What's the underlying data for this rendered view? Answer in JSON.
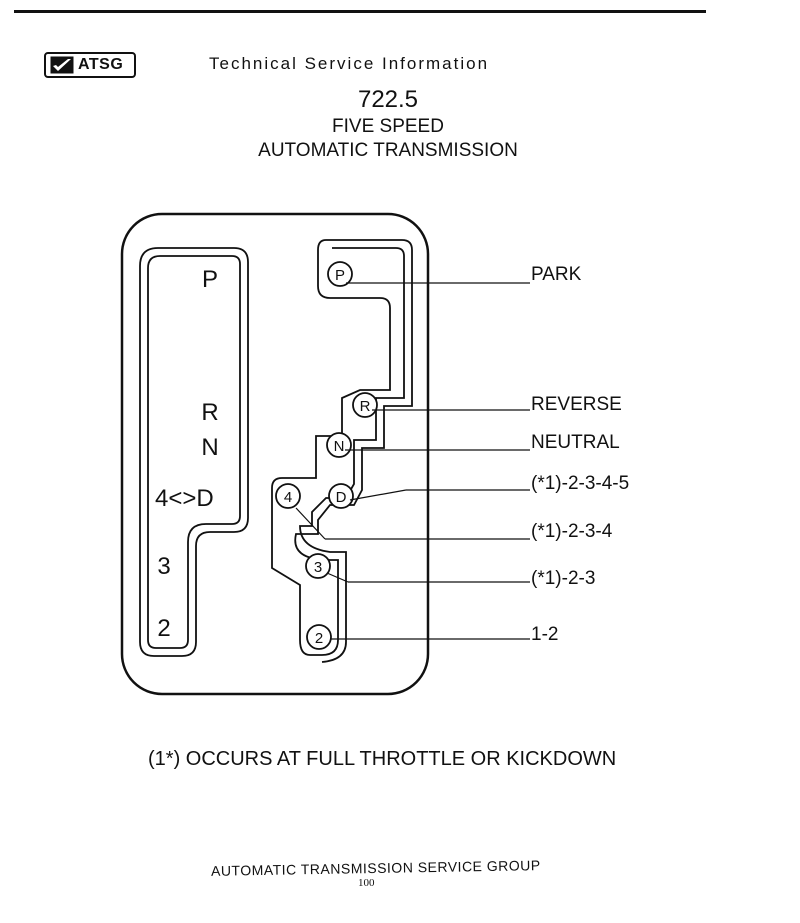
{
  "header": {
    "logo_text": "ATSG",
    "service_title": "Technical Service Information",
    "model": "722.5",
    "subtitle_line1": "FIVE SPEED",
    "subtitle_line2": "AUTOMATIC TRANSMISSION"
  },
  "gate_labels": {
    "p": "P",
    "r": "R",
    "n": "N",
    "d": "4<>D",
    "three": "3",
    "two": "2"
  },
  "positions": {
    "p": "P",
    "r": "R",
    "n": "N",
    "d": "D",
    "four": "4",
    "three": "3",
    "two": "2"
  },
  "callouts": {
    "park": "PARK",
    "reverse": "REVERSE",
    "neutral": "NEUTRAL",
    "d": "(*1)-2-3-4-5",
    "four": "(*1)-2-3-4",
    "three": "(*1)-2-3",
    "two": "1-2"
  },
  "footnote": "(1*) OCCURS AT FULL THROTTLE OR KICKDOWN",
  "footer": {
    "org": "AUTOMATIC TRANSMISSION SERVICE GROUP",
    "page": "100"
  }
}
